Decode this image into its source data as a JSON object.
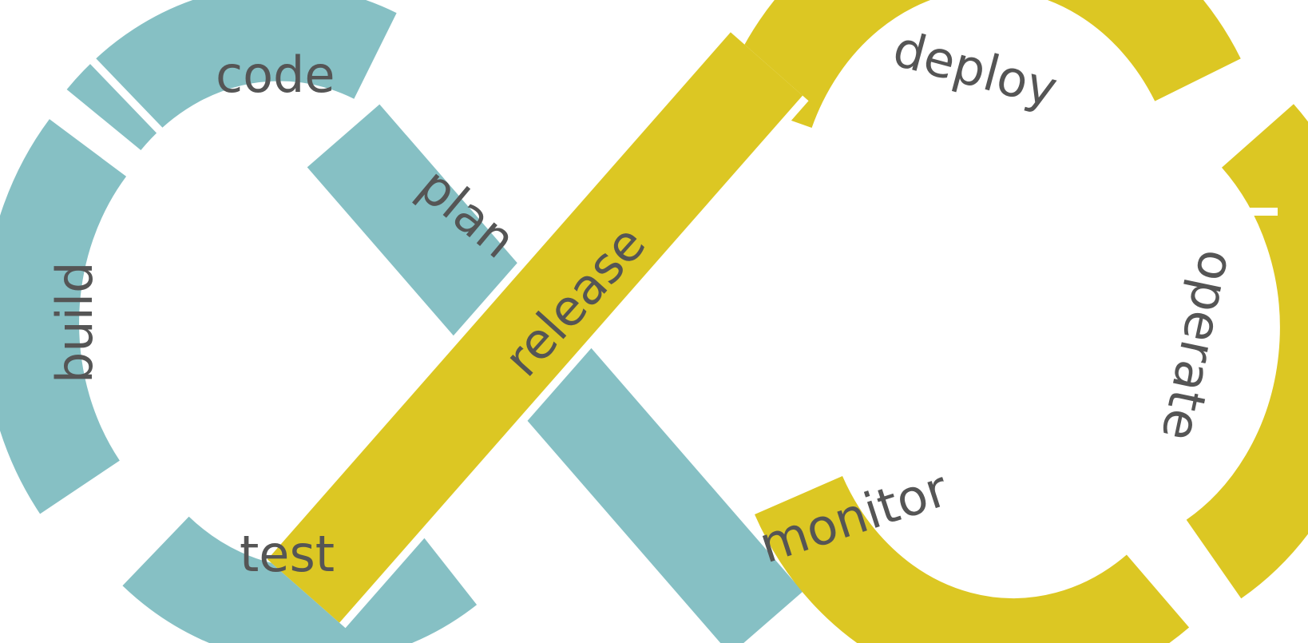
{
  "title": "DevOps lifecycle",
  "colors": {
    "teal": "#86c0c4",
    "yellow": "#dcc723",
    "text": "#555555"
  },
  "stages": {
    "code": "code",
    "plan": "plan",
    "build": "build",
    "test": "test",
    "release": "release",
    "deploy": "deploy",
    "operate": "operate",
    "monitor": "monitor"
  }
}
